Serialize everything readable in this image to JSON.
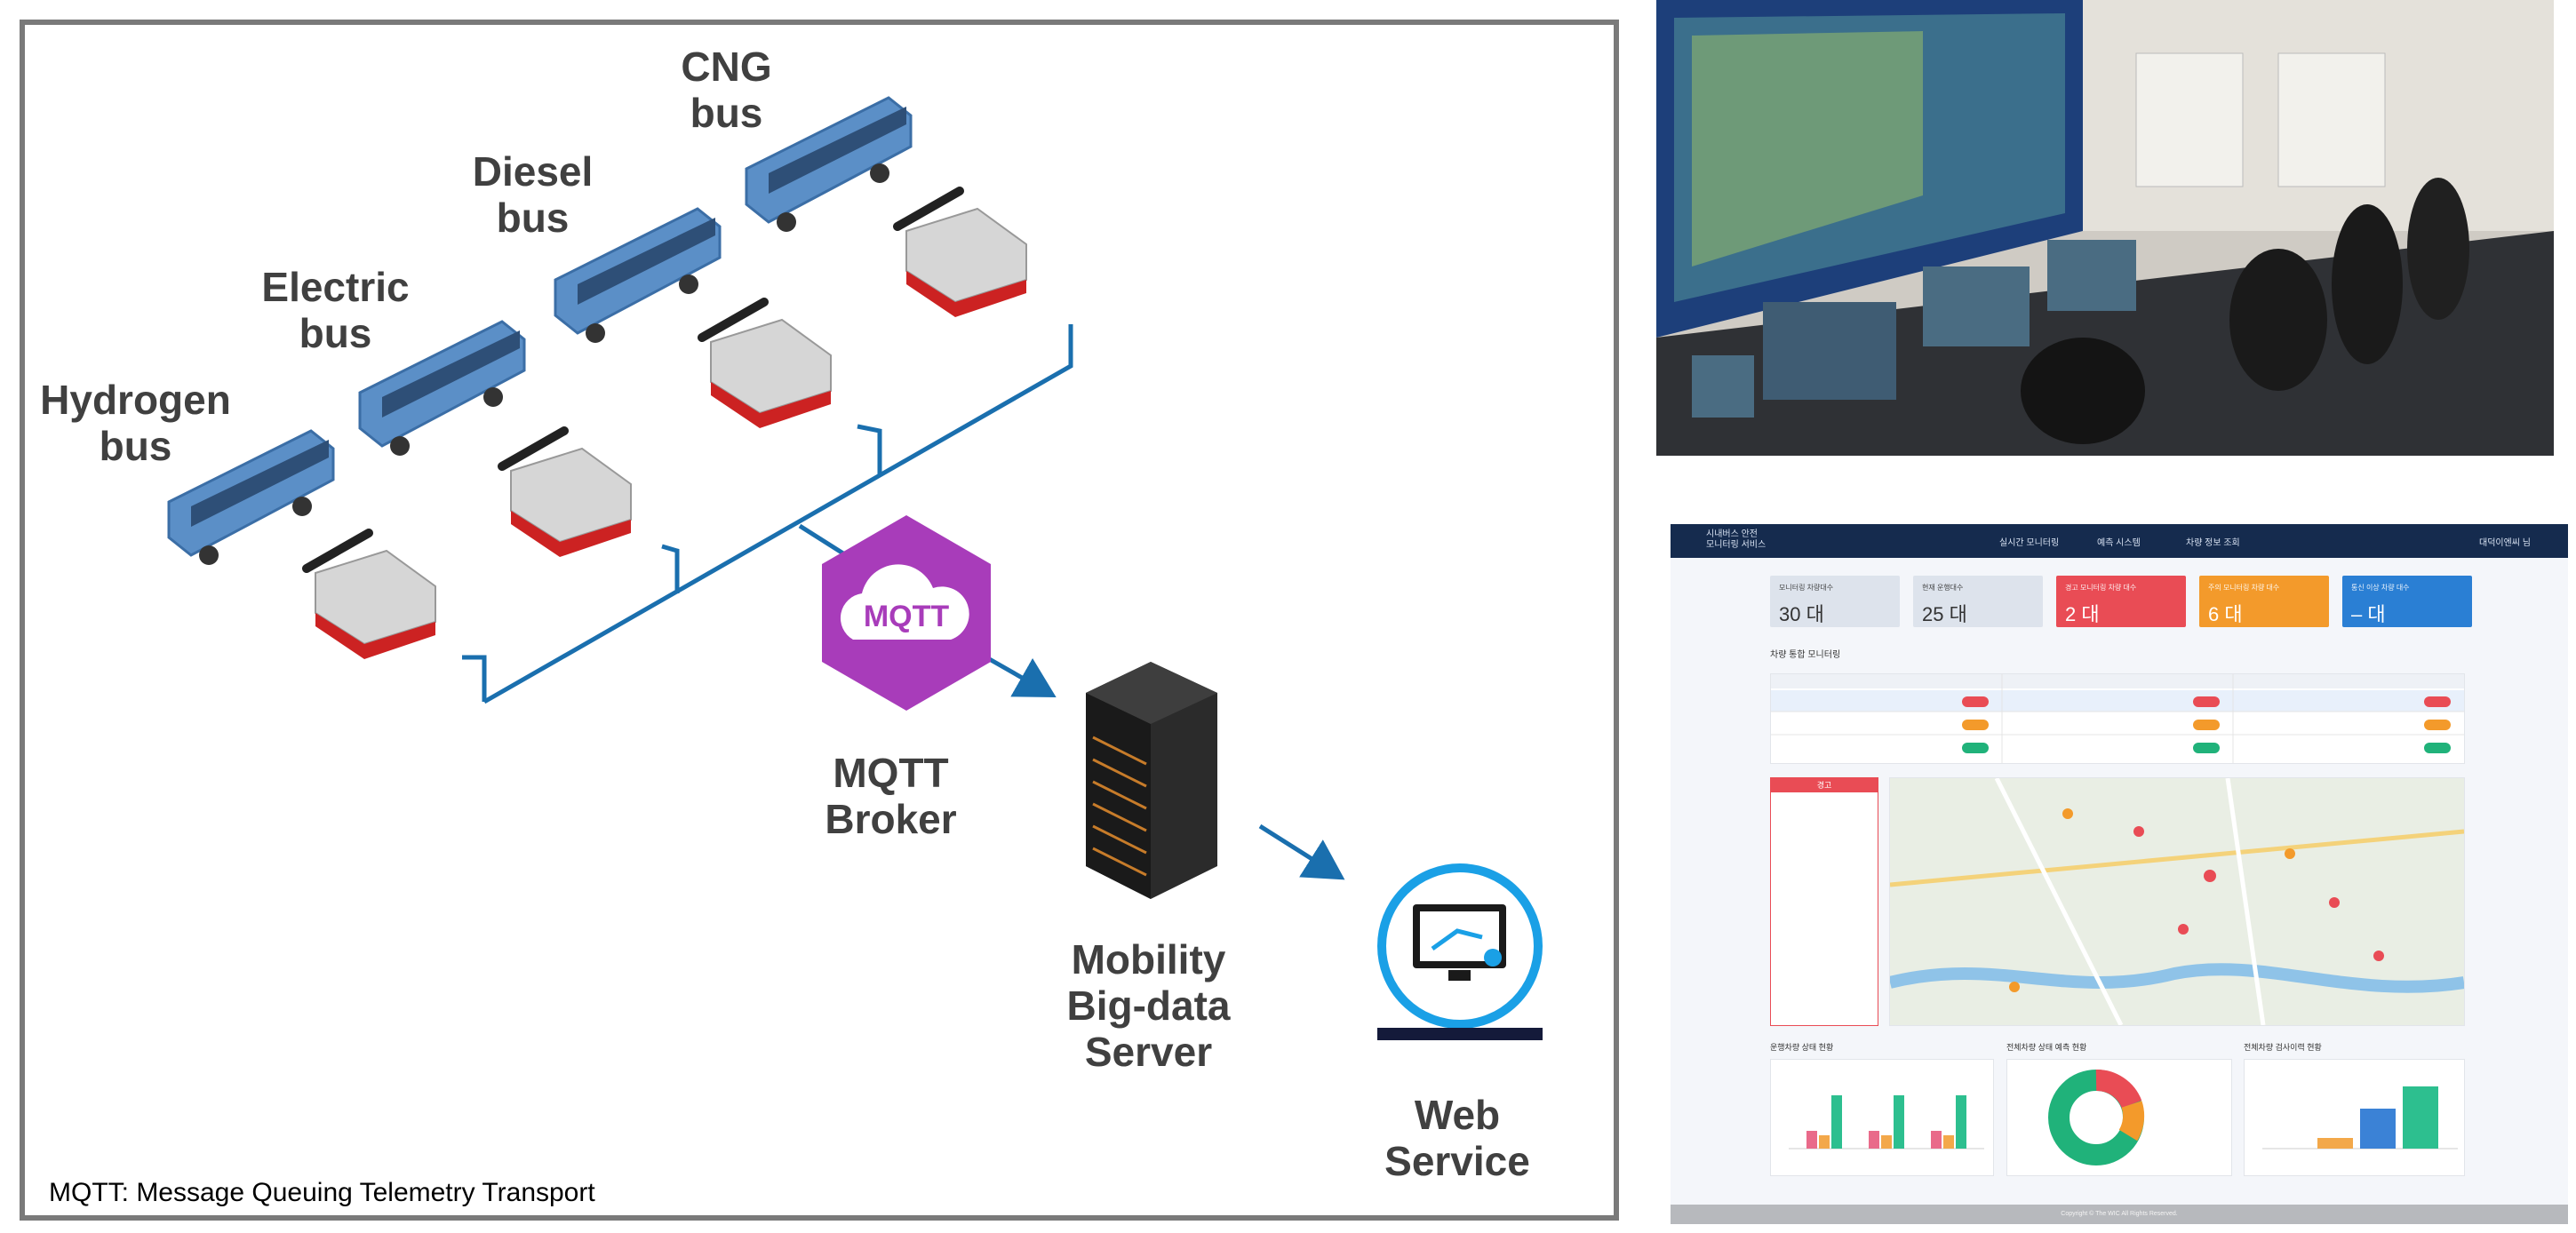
{
  "diagram": {
    "bus_labels": [
      "Hydrogen\nbus",
      "Electric\nbus",
      "Diesel\nbus",
      "CNG\nbus"
    ],
    "broker_label": "MQTT\nBroker",
    "mqtt_icon_text": "MQTT",
    "server_label": "Mobility\nBig-data\nServer",
    "web_label": "Web\nService",
    "footnote": "MQTT: Message Queuing Telemetry Transport",
    "colors": {
      "bus": "#5b8fc7",
      "line": "#1a6fae",
      "mqtt": "#a83cba",
      "web": "#1aa0e6"
    }
  },
  "dashboard": {
    "app_title": "시내버스 안전\n모니터링 서비스",
    "nav": [
      "실시간 모니터링",
      "예측 시스템",
      "차량 정보 조회"
    ],
    "user": "대덕이엔씨 님",
    "cards": [
      {
        "title": "모니터링 차량대수",
        "value": "30 대",
        "color": "#dde3ec",
        "text": "#333333"
      },
      {
        "title": "현재 운행대수",
        "value": "25 대",
        "color": "#dde3ec",
        "text": "#333333"
      },
      {
        "title": "경고 모니터링 차량 대수",
        "value": "2 대",
        "color": "#e94c55",
        "text": "#ffffff"
      },
      {
        "title": "주의 모니터링 차량 대수",
        "value": "6 대",
        "color": "#f39a2b",
        "text": "#ffffff"
      },
      {
        "title": "통신 이상 차량 대수",
        "value": "– 대",
        "color": "#2a7fd4",
        "text": "#ffffff"
      }
    ],
    "section_monitor": "차량 통합 모니터링",
    "alert_header": "경고",
    "section_bottom": [
      "운행차량 상태 현황",
      "전체차량 상태 예측 현황",
      "전체차량 검사이력 현황"
    ],
    "status_colors": {
      "warn": "#e94c55",
      "caution": "#f39a2b",
      "safe": "#20b27a"
    },
    "footer": "Copyright © The WIC All Rights Reserved."
  }
}
